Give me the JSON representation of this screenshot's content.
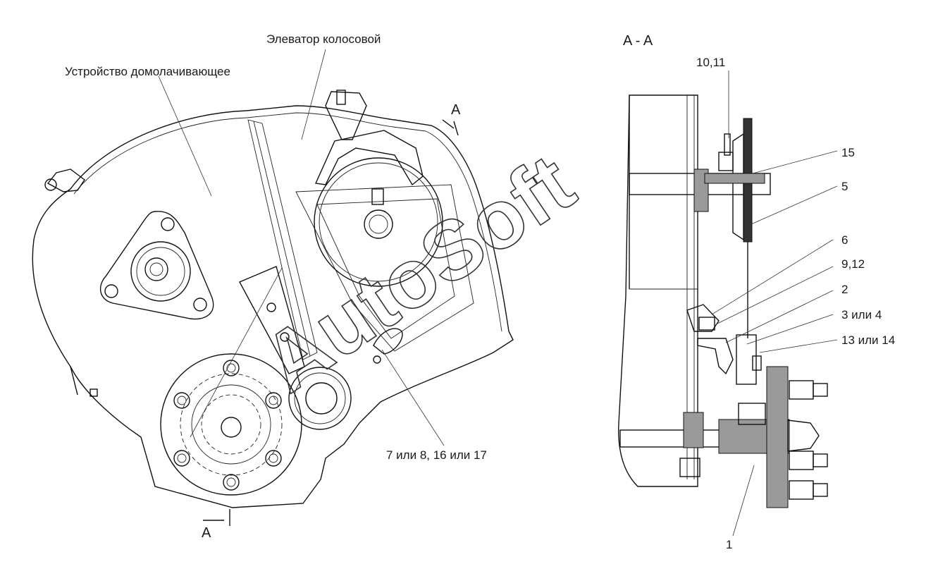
{
  "labels": {
    "device": "Устройство домолачивающее",
    "elevator": "Элеватор колосовой",
    "section_top": "A",
    "section_bottom": "A",
    "section_view": "A - A",
    "item_10_11": "10,11",
    "item_15": "15",
    "item_5": "5",
    "item_6": "6",
    "item_9_12": "9,12",
    "item_2": "2",
    "item_3_4": "3 или 4",
    "item_13_14": "13 или 14",
    "item_1": "1",
    "item_7_8": "7 или 8, 16 или 17"
  },
  "watermark": "AutoSoft"
}
